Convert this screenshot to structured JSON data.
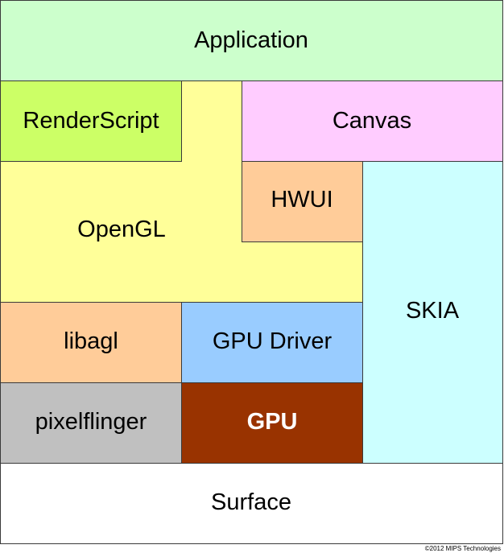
{
  "blocks": {
    "application": {
      "label": "Application",
      "color": "#ccffcc"
    },
    "renderscript": {
      "label": "RenderScript",
      "color": "#ccff66"
    },
    "canvas": {
      "label": "Canvas",
      "color": "#ffccff"
    },
    "opengl": {
      "label": "OpenGL",
      "color": "#ffff99"
    },
    "hwui": {
      "label": "HWUI",
      "color": "#ffcc99"
    },
    "skia": {
      "label": "SKIA",
      "color": "#ccffff"
    },
    "libagl": {
      "label": "libagl",
      "color": "#ffcc99"
    },
    "gpu_driver": {
      "label": "GPU Driver",
      "color": "#99ccff"
    },
    "pixelflinger": {
      "label": "pixelflinger",
      "color": "#c0c0c0"
    },
    "gpu": {
      "label": "GPU",
      "color": "#993300"
    },
    "surface": {
      "label": "Surface",
      "color": "#ffffff"
    }
  },
  "copyright": "©2012 MIPS Technologies"
}
